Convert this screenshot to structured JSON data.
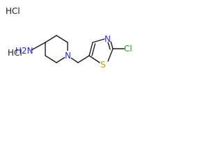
{
  "structure": {
    "salts": [
      "HCl",
      "HCl"
    ],
    "atoms": {
      "amine": "H2N",
      "ring_n": "N",
      "thiazole_n": "N",
      "thiazole_s": "S",
      "chloro": "Cl"
    }
  },
  "colors": {
    "bond": "#1a1a1a",
    "nitrogen": "#2b2bd6",
    "sulfur": "#b3a000",
    "chlorine": "#1f9f1f",
    "salt": "#1a1a1a"
  }
}
